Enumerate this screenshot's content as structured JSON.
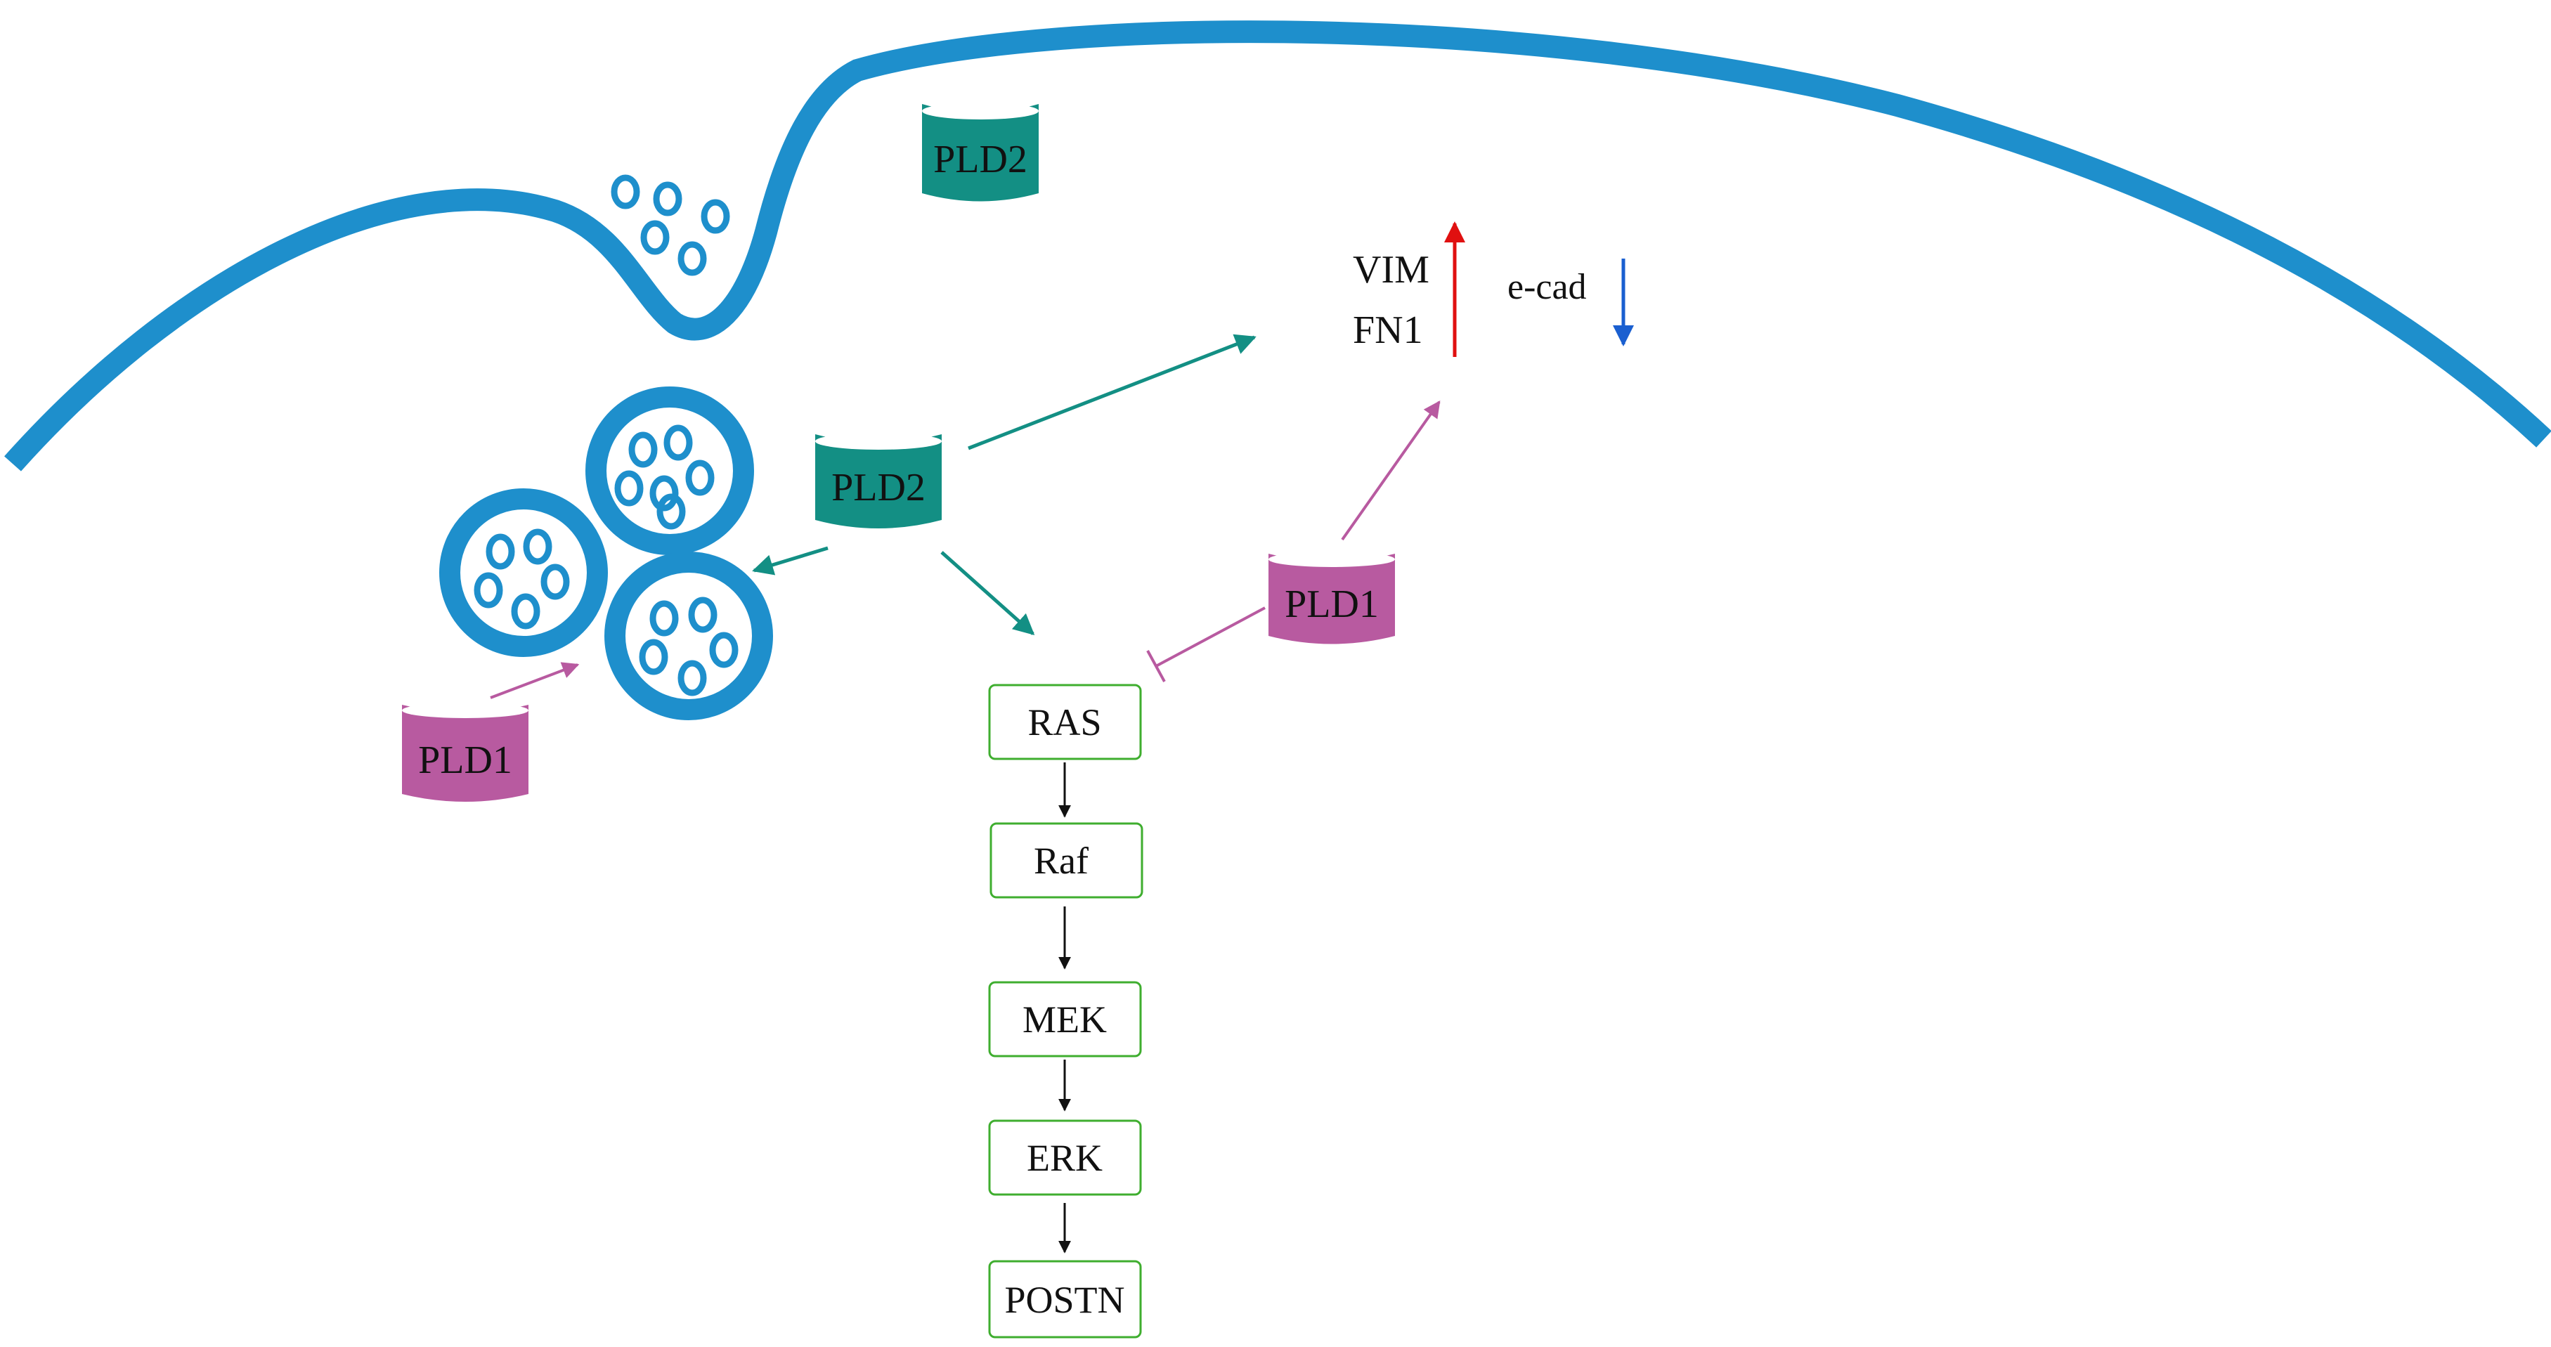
{
  "nodes": {
    "pld2_membrane": "PLD2",
    "pld2_center": "PLD2",
    "pld1_right": "PLD1",
    "pld1_left": "PLD1"
  },
  "pathway": [
    "RAS",
    "Raf",
    "MEK",
    "ERK",
    "POSTN"
  ],
  "markers": {
    "up": [
      "VIM",
      "FN1"
    ],
    "down": "e-cad"
  },
  "colors": {
    "membrane": "#1e8fcc",
    "pld2": "#138f84",
    "pld1": "#b85aa0",
    "pathway_box": "#3fae2f",
    "up_arrow": "#e01010",
    "down_arrow": "#1a5fd0"
  }
}
